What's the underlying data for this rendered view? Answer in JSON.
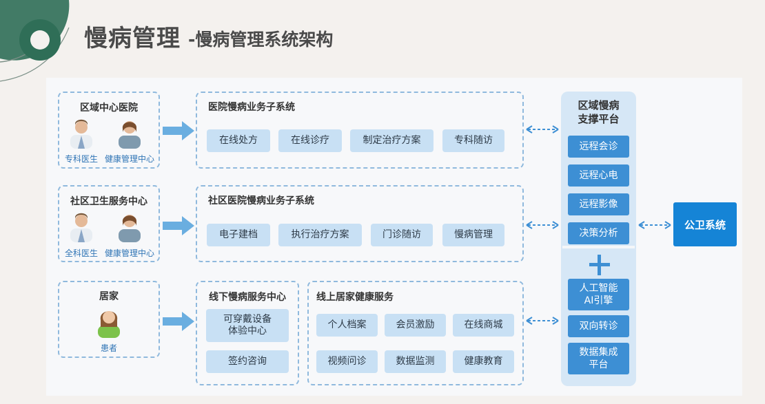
{
  "title": {
    "main": "慢病管理",
    "sub": "-慢病管理系统架构"
  },
  "rows": [
    {
      "source": {
        "title": "区域中心医院",
        "people": [
          "专科医生",
          "健康管理中心"
        ]
      },
      "system": {
        "title": "医院慢病业务子系统",
        "items": [
          "在线处方",
          "在线诊疗",
          "制定治疗方案",
          "专科随访"
        ]
      }
    },
    {
      "source": {
        "title": "社区卫生服务中心",
        "people": [
          "全科医生",
          "健康管理中心"
        ]
      },
      "system": {
        "title": "社区医院慢病业务子系统",
        "items": [
          "电子建档",
          "执行治疗方案",
          "门诊随访",
          "慢病管理"
        ]
      }
    },
    {
      "source": {
        "title": "居家",
        "people": [
          "患者"
        ]
      },
      "offline": {
        "title": "线下慢病服务中心",
        "items": [
          "可穿戴设备\n体验中心",
          "签约咨询"
        ]
      },
      "online": {
        "title": "线上居家健康服务",
        "items": [
          "个人档案",
          "会员激励",
          "在线商城",
          "视频问诊",
          "数据监测",
          "健康教育"
        ]
      }
    }
  ],
  "platform": {
    "title": "区域慢病\n支撑平台",
    "items": [
      "远程会诊",
      "远程心电",
      "远程影像",
      "决策分析"
    ],
    "items2": [
      "人工智能\nAI引擎",
      "双向转诊",
      "数据集成\n平台"
    ]
  },
  "external": "公卫系统",
  "colors": {
    "accent": "#1584d6",
    "platform_button": "#3d8fd4",
    "item_bg": "#c8e0f4",
    "dashed_border": "#8fb9dd",
    "deco_green": "#2f6e57"
  }
}
